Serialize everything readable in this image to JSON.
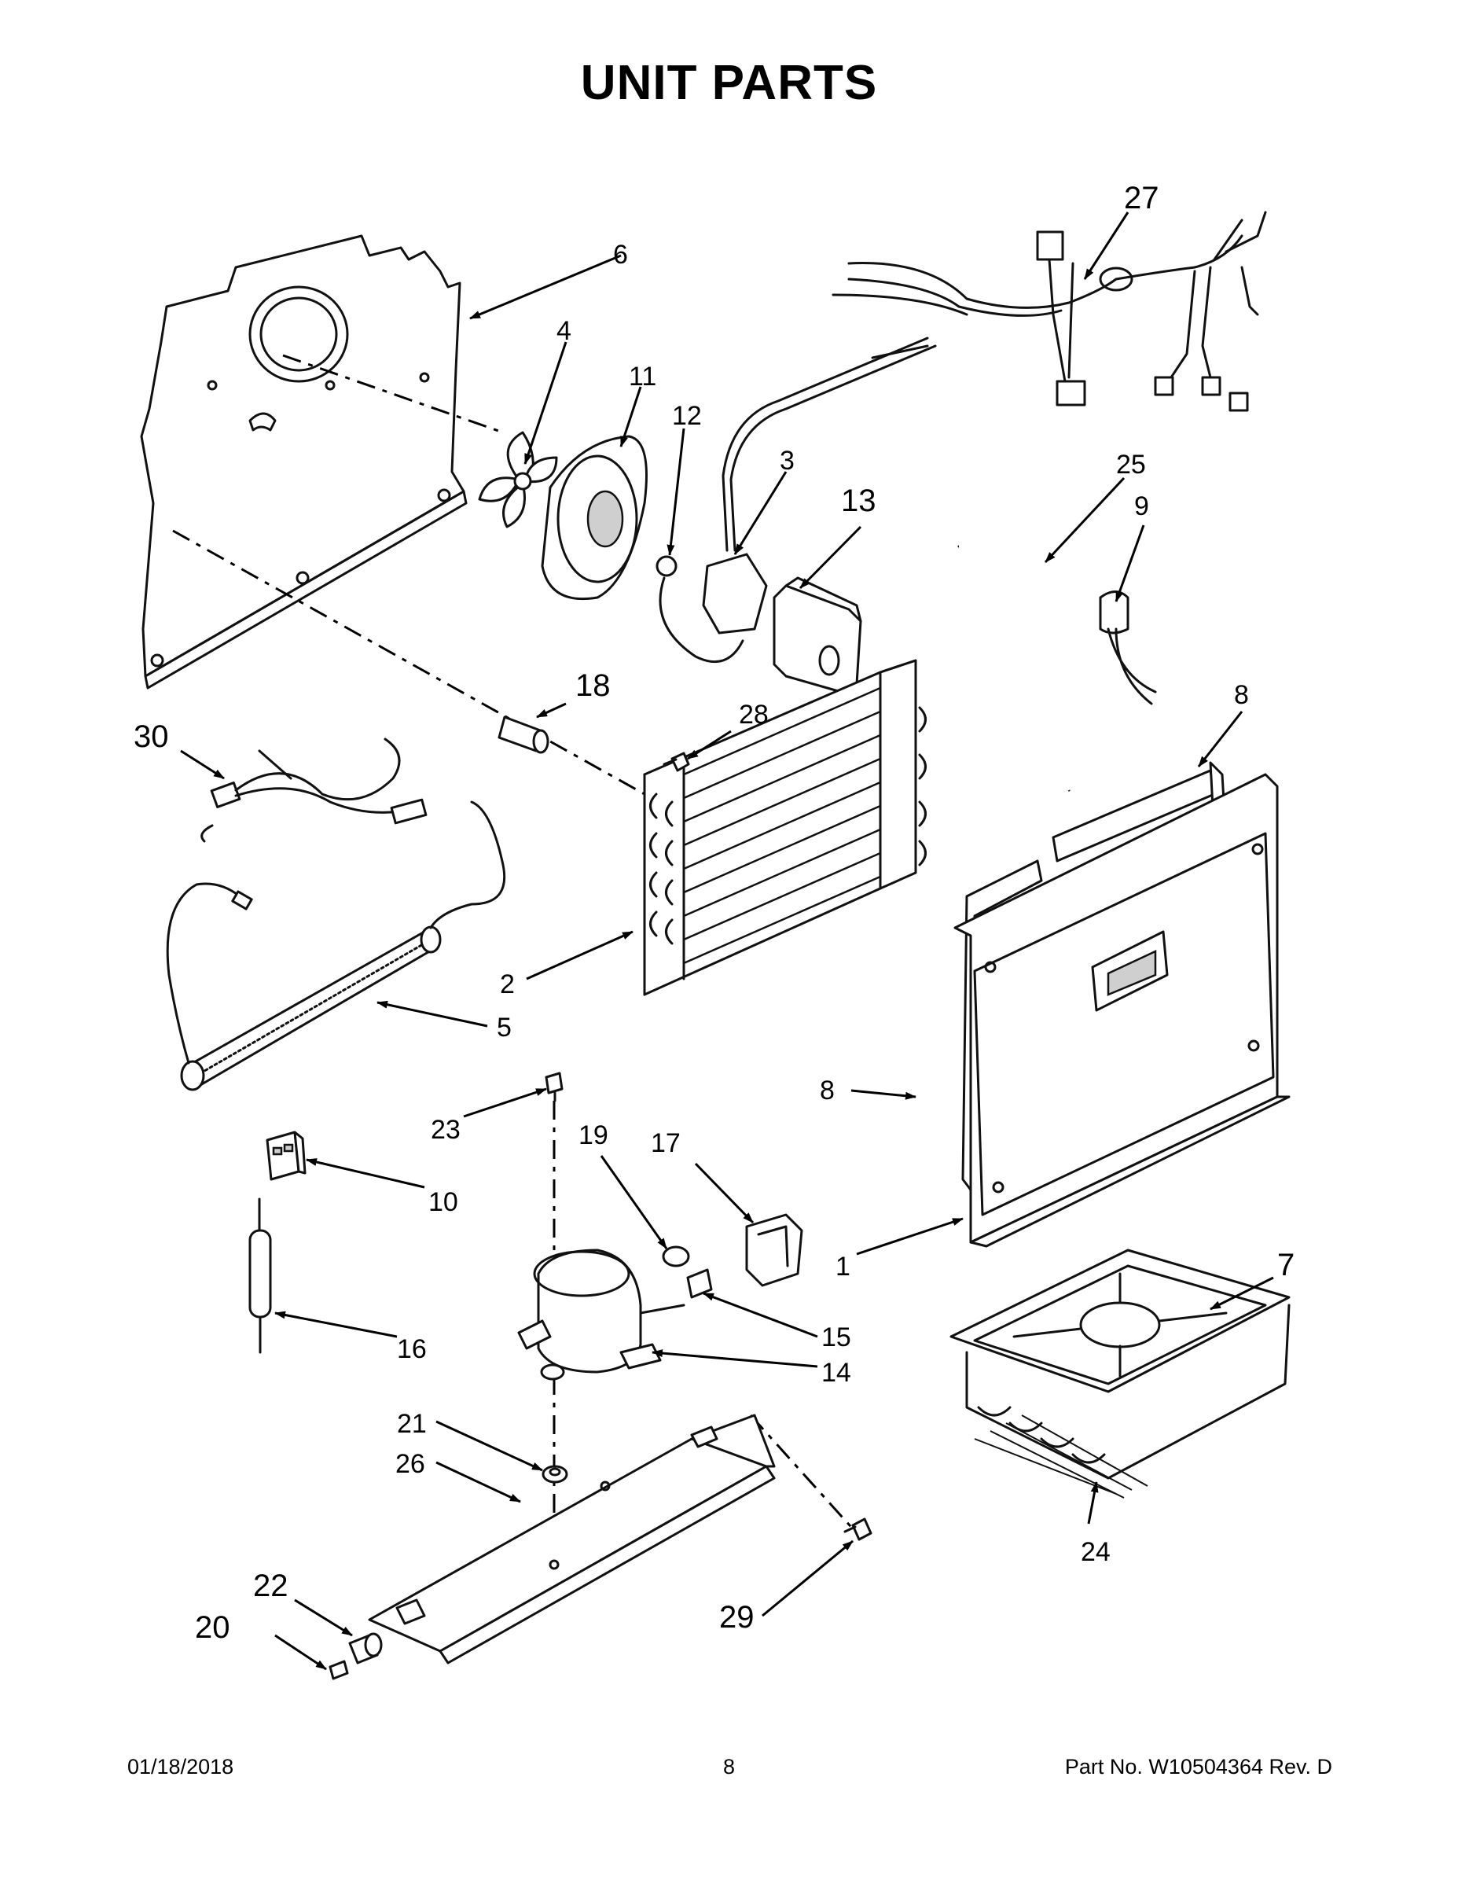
{
  "page": {
    "title": "UNIT  PARTS",
    "footer_date": "01/18/2018",
    "footer_page": "8",
    "footer_part": "Part No.  W10504364   Rev.  D"
  },
  "callouts": {
    "c1": "1",
    "c2": "2",
    "c3": "3",
    "c4": "4",
    "c5": "5",
    "c6": "6",
    "c7": "7",
    "c8a": "8",
    "c8b": "8",
    "c9": "9",
    "c10": "10",
    "c11": "11",
    "c12": "12",
    "c13": "13",
    "c14": "14",
    "c15": "15",
    "c16": "16",
    "c17": "17",
    "c18": "18",
    "c19": "19",
    "c20": "20",
    "c21": "21",
    "c22": "22",
    "c23": "23",
    "c24": "24",
    "c25": "25",
    "c26": "26",
    "c27": "27",
    "c28": "28",
    "c29": "29",
    "c30": "30"
  }
}
